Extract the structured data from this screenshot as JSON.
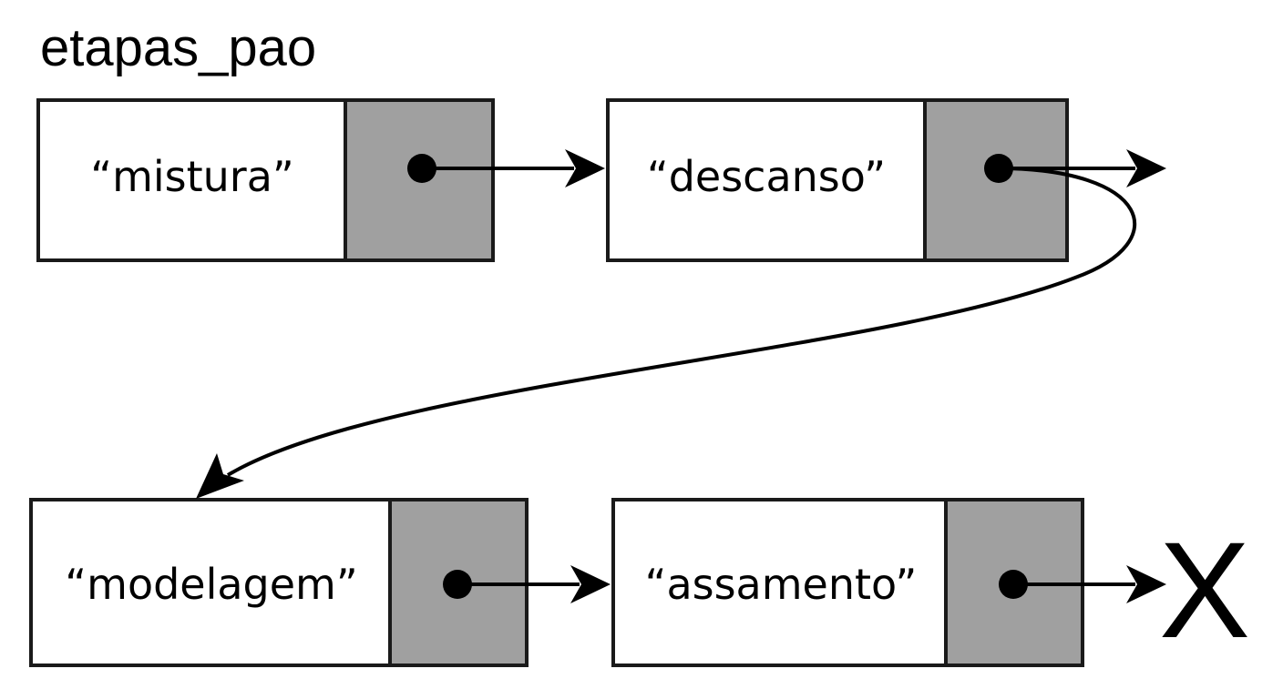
{
  "title": "etapas_pao",
  "nodes": [
    {
      "value": "“mistura”"
    },
    {
      "value": "“descanso”"
    },
    {
      "value": "“modelagem”"
    },
    {
      "value": "“assamento”"
    }
  ],
  "null_marker": "X",
  "colors": {
    "background": "#ffffff",
    "data_cell": "#ffffff",
    "pointer_cell": "#a0a0a0",
    "stroke": "#1a1a1a",
    "text": "#000000"
  }
}
